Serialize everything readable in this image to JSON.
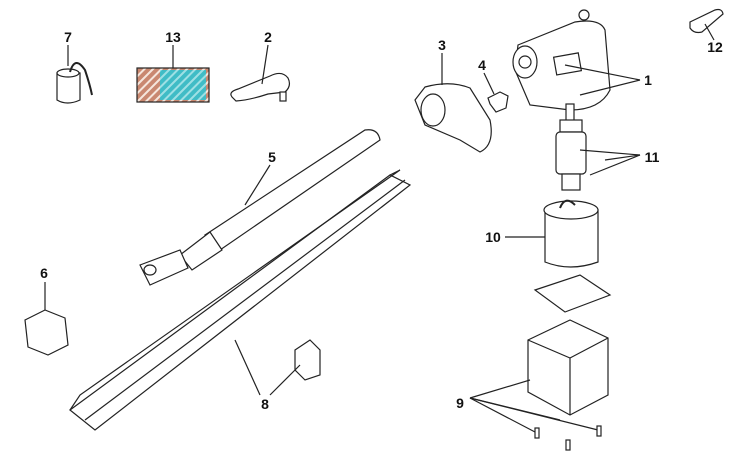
{
  "callouts": {
    "p1": "1",
    "p2": "2",
    "p3": "3",
    "p4": "4",
    "p5": "5",
    "p6": "6",
    "p7": "7",
    "p8": "8",
    "p9": "9",
    "p10": "10",
    "p11": "11",
    "p12": "12",
    "p13": "13"
  },
  "colors": {
    "line": "#222222",
    "fill": "#ffffff",
    "hatch_brown": "#b4735a",
    "hatch_cyan": "#3cc0c8"
  }
}
